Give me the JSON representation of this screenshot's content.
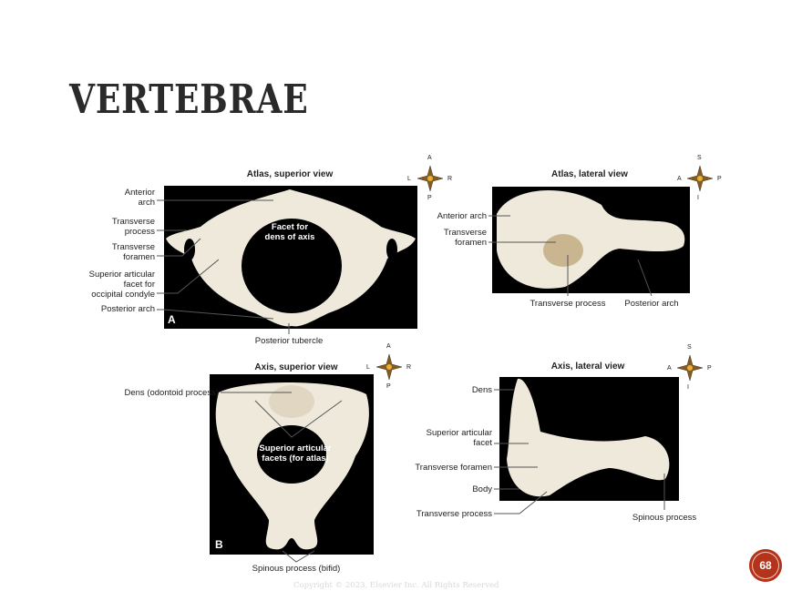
{
  "title": "VERTEBRAE",
  "panels": {
    "atlas_superior": {
      "title": "Atlas, superior view",
      "letter": "A",
      "inner_label": "Facet for\ndens of axis",
      "labels": [
        "Anterior\narch",
        "Transverse\nprocess",
        "Transverse\nforamen",
        "Superior articular\nfacet for\noccipital condyle",
        "Posterior arch",
        "Posterior tubercle"
      ],
      "compass": {
        "top": "A",
        "bottom": "P",
        "left": "L",
        "right": "R"
      }
    },
    "atlas_lateral": {
      "title": "Atlas, lateral view",
      "labels": [
        "Anterior arch",
        "Transverse\nforamen",
        "Transverse process",
        "Posterior arch"
      ],
      "compass": {
        "top": "S",
        "bottom": "I",
        "left": "A",
        "right": "P"
      }
    },
    "axis_superior": {
      "title": "Axis, superior view",
      "letter": "B",
      "inner_label": "Superior articular\nfacets (for atlas)",
      "labels": [
        "Dens (odontoid process)",
        "Spinous process (bifid)"
      ],
      "compass": {
        "top": "A",
        "bottom": "P",
        "left": "L",
        "right": "R"
      }
    },
    "axis_lateral": {
      "title": "Axis, lateral view",
      "labels": [
        "Dens",
        "Superior articular\nfacet",
        "Transverse foramen",
        "Body",
        "Transverse process",
        "Spinous process"
      ],
      "compass": {
        "top": "S",
        "bottom": "I",
        "left": "A",
        "right": "P"
      }
    }
  },
  "page_number": "68",
  "copyright": "Copyright © 2023, Elsevier Inc. All Rights Reserved",
  "colors": {
    "badge": "#b3341a",
    "bone": "#efe9dc",
    "panel": "#000000"
  }
}
